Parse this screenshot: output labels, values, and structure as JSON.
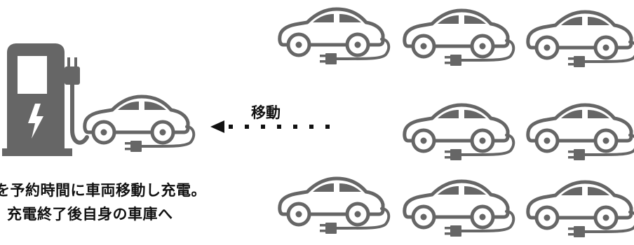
{
  "labels": {
    "move": "移動",
    "caption_line_1": "を予約時間に車両移動し充電。",
    "caption_line_2": "充電終了後自身の車庫へ"
  },
  "colors": {
    "icon": "#666666",
    "text": "#111111",
    "arrow": "#111111",
    "background": "#ffffff"
  },
  "icons": {
    "charger": "ev-charging-station-icon",
    "car": "plug-in-electric-car-icon",
    "arrow": "dotted-left-arrow-icon"
  },
  "cars": {
    "charging_count": 1,
    "waiting_count": 8
  }
}
